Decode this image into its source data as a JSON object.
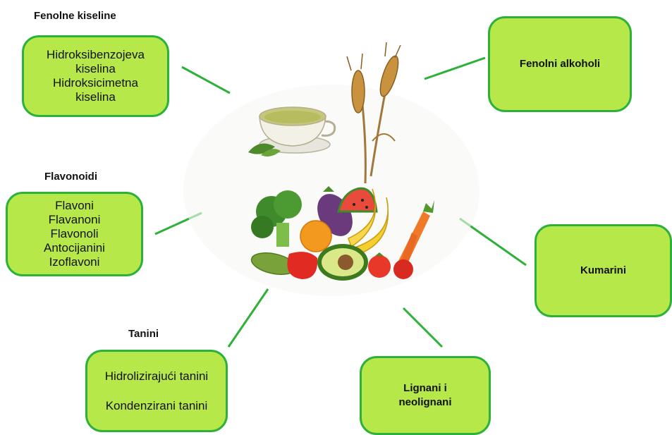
{
  "groups": {
    "fenolne_kiseline": {
      "title": "Fenolne kiseline",
      "lines": [
        "Hidroksibenzojeva",
        "kiselina",
        "Hidroksicimetna",
        "kiselina"
      ]
    },
    "flavonoidi": {
      "title": "Flavonoidi",
      "lines": [
        "Flavoni",
        "Flavanoni",
        "Flavonoli",
        "Antocijanini",
        "Izoflavoni"
      ]
    },
    "tanini": {
      "title": "Tanini",
      "lines": [
        "Hidrolizirajući tanini",
        "Kondenzirani tanini"
      ]
    },
    "fenolni_alkoholi": {
      "label": "Fenolni alkoholi"
    },
    "kumarini": {
      "label": "Kumarini"
    },
    "lignani": {
      "lines": [
        "Lignani i",
        "neolignani"
      ]
    }
  },
  "colors": {
    "box_fill": "#b6e84a",
    "box_border": "#2db13a",
    "connector": "#2db13a"
  },
  "icons": [
    "tea-cup-icon",
    "wheat-icon",
    "fruit-vegetable-basket-icon"
  ]
}
